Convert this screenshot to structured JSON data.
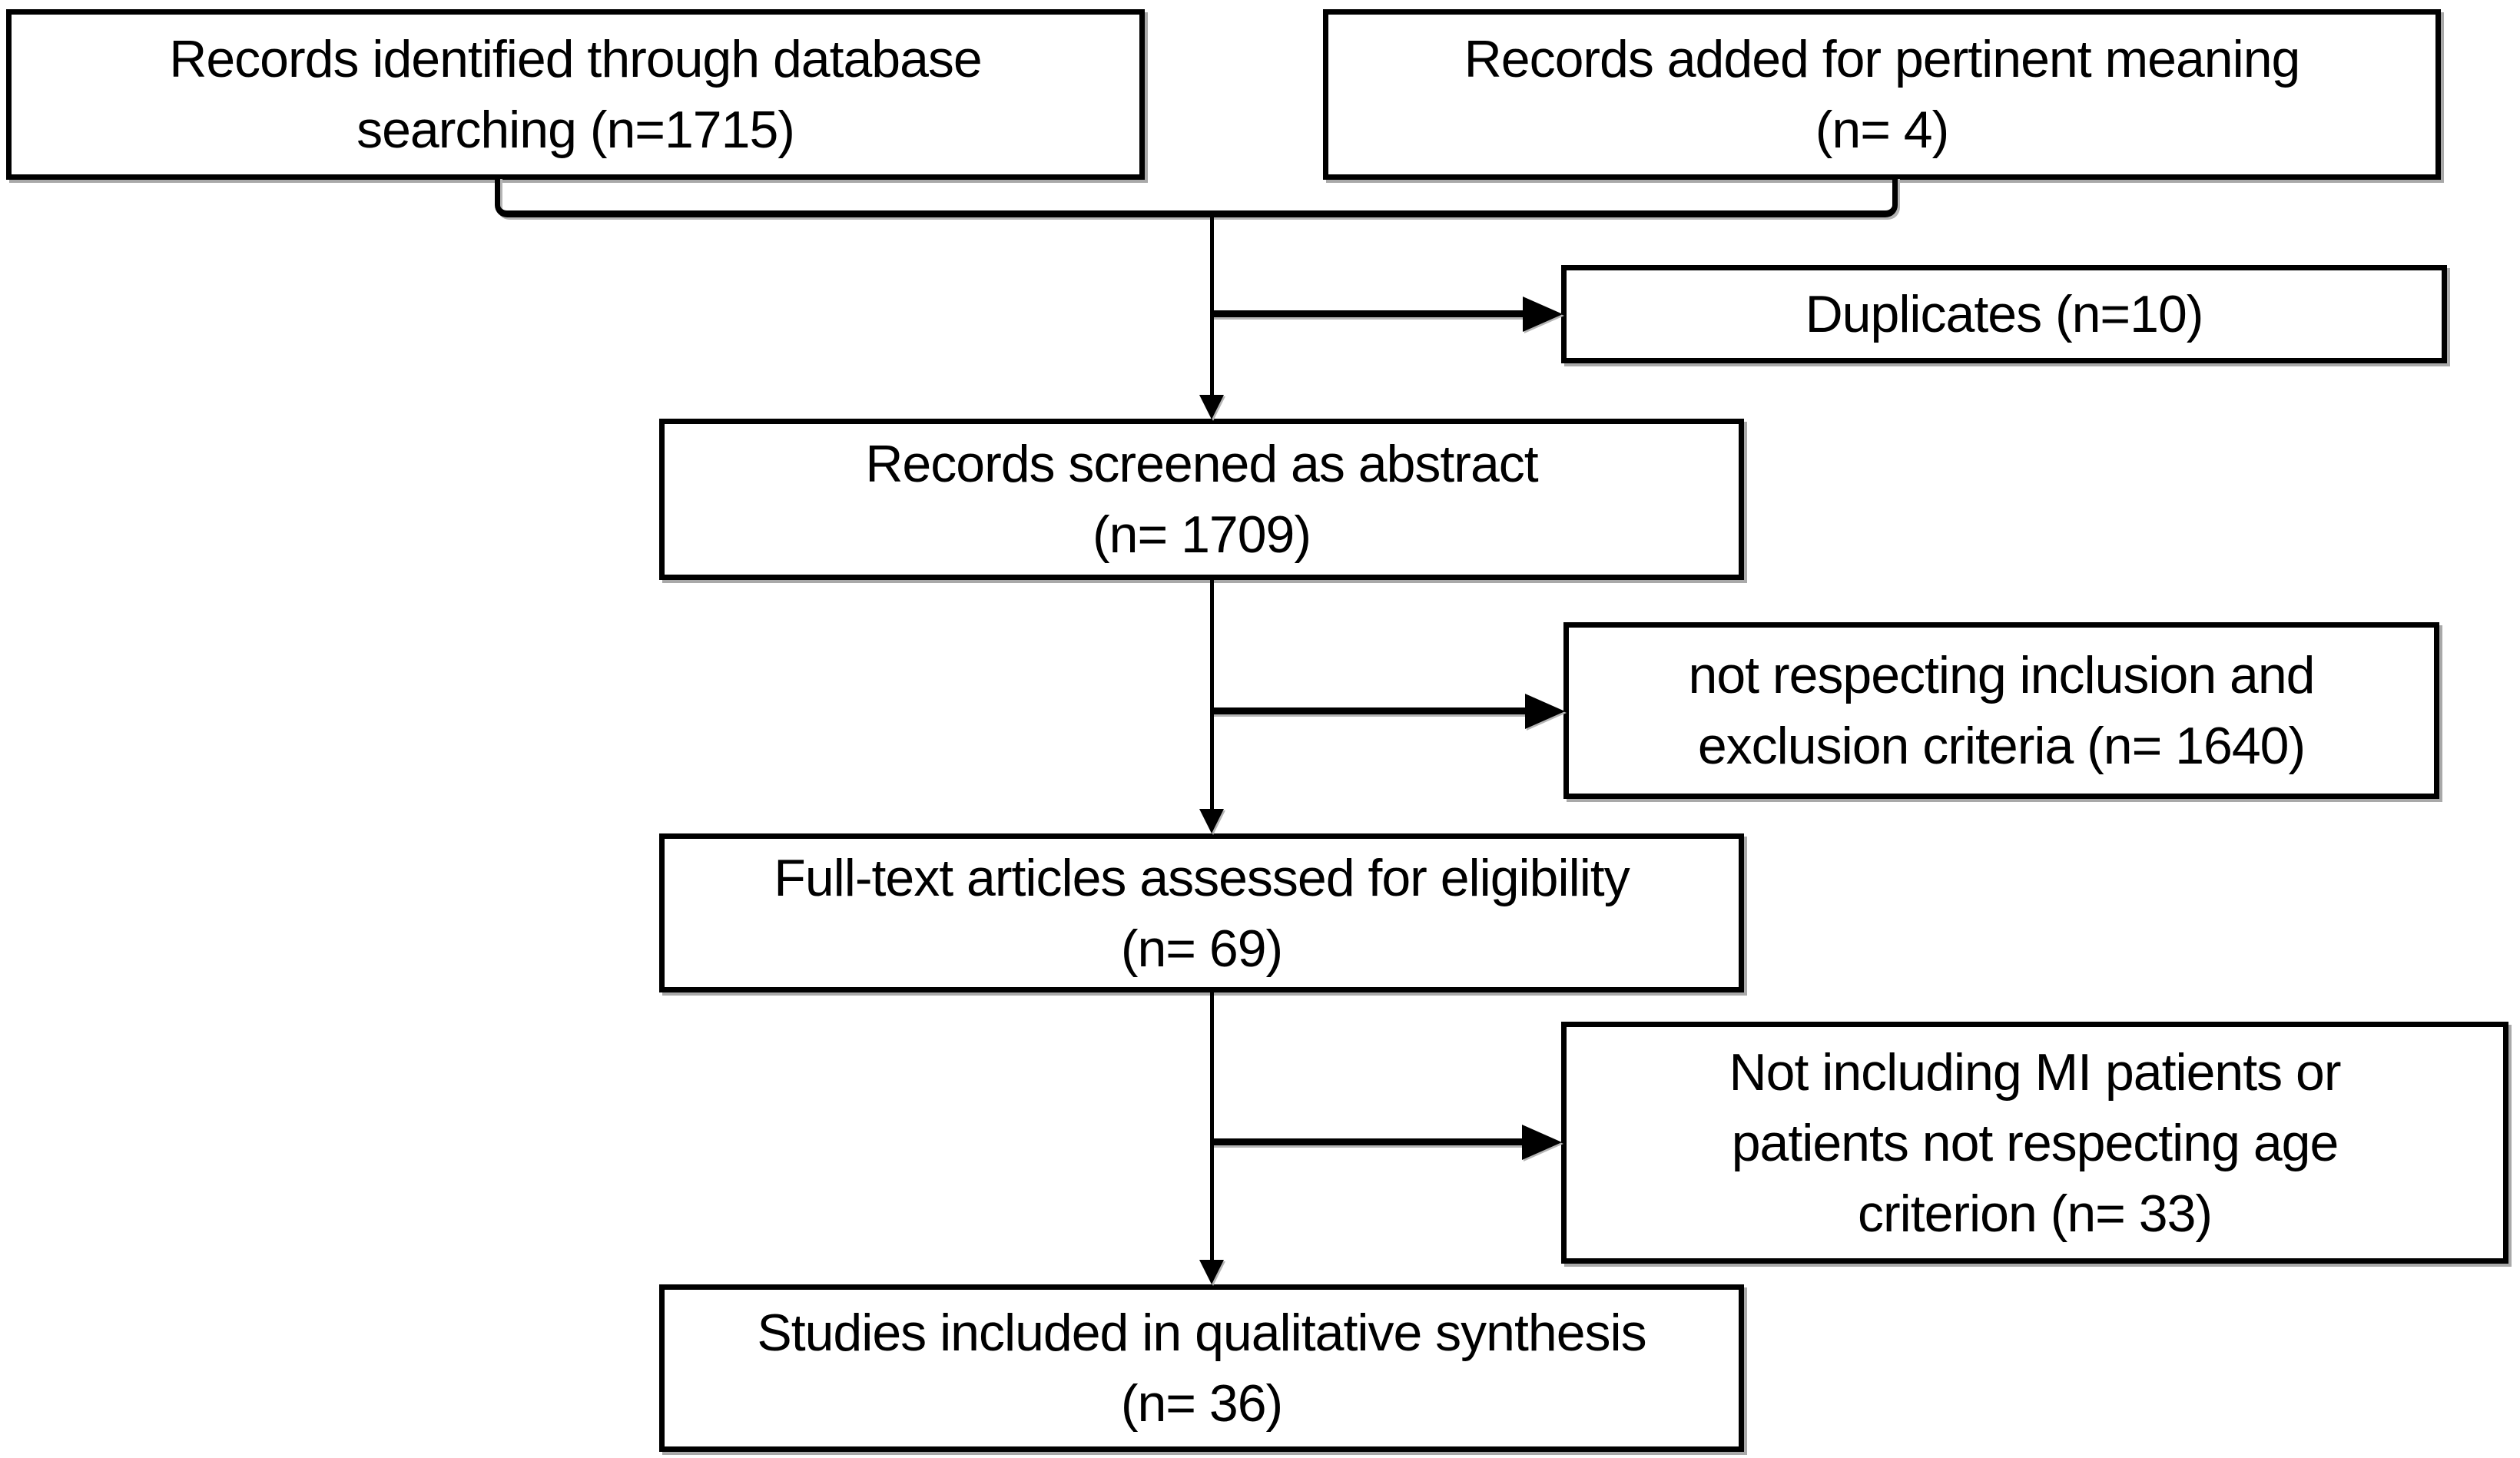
{
  "diagram": {
    "type": "prisma-flowchart",
    "colors": {
      "background": "#ffffff",
      "line": "#000000",
      "text": "#000000",
      "shadow": "#b5b5b5"
    },
    "boxes": {
      "identified": {
        "lines": [
          "Records identified through database",
          "searching (n=1715)"
        ],
        "n": 1715
      },
      "added": {
        "lines": [
          "Records added for pertinent meaning",
          "(n= 4)"
        ],
        "n": 4
      },
      "duplicates": {
        "lines": [
          "Duplicates (n=10)"
        ],
        "n": 10
      },
      "screened": {
        "lines": [
          "Records screened as abstract",
          "(n= 1709)"
        ],
        "n": 1709
      },
      "excluded_screening": {
        "lines": [
          "not respecting inclusion and",
          "exclusion criteria (n= 1640)"
        ],
        "n": 1640
      },
      "fulltext": {
        "lines": [
          "Full-text articles assessed for eligibility",
          "(n= 69)"
        ],
        "n": 69
      },
      "excluded_fulltext": {
        "lines": [
          "Not including MI patients or",
          "patients not respecting age",
          "criterion (n= 33)"
        ],
        "n": 33
      },
      "included": {
        "lines": [
          "Studies included in qualitative synthesis",
          "(n= 36)"
        ],
        "n": 36
      }
    }
  }
}
